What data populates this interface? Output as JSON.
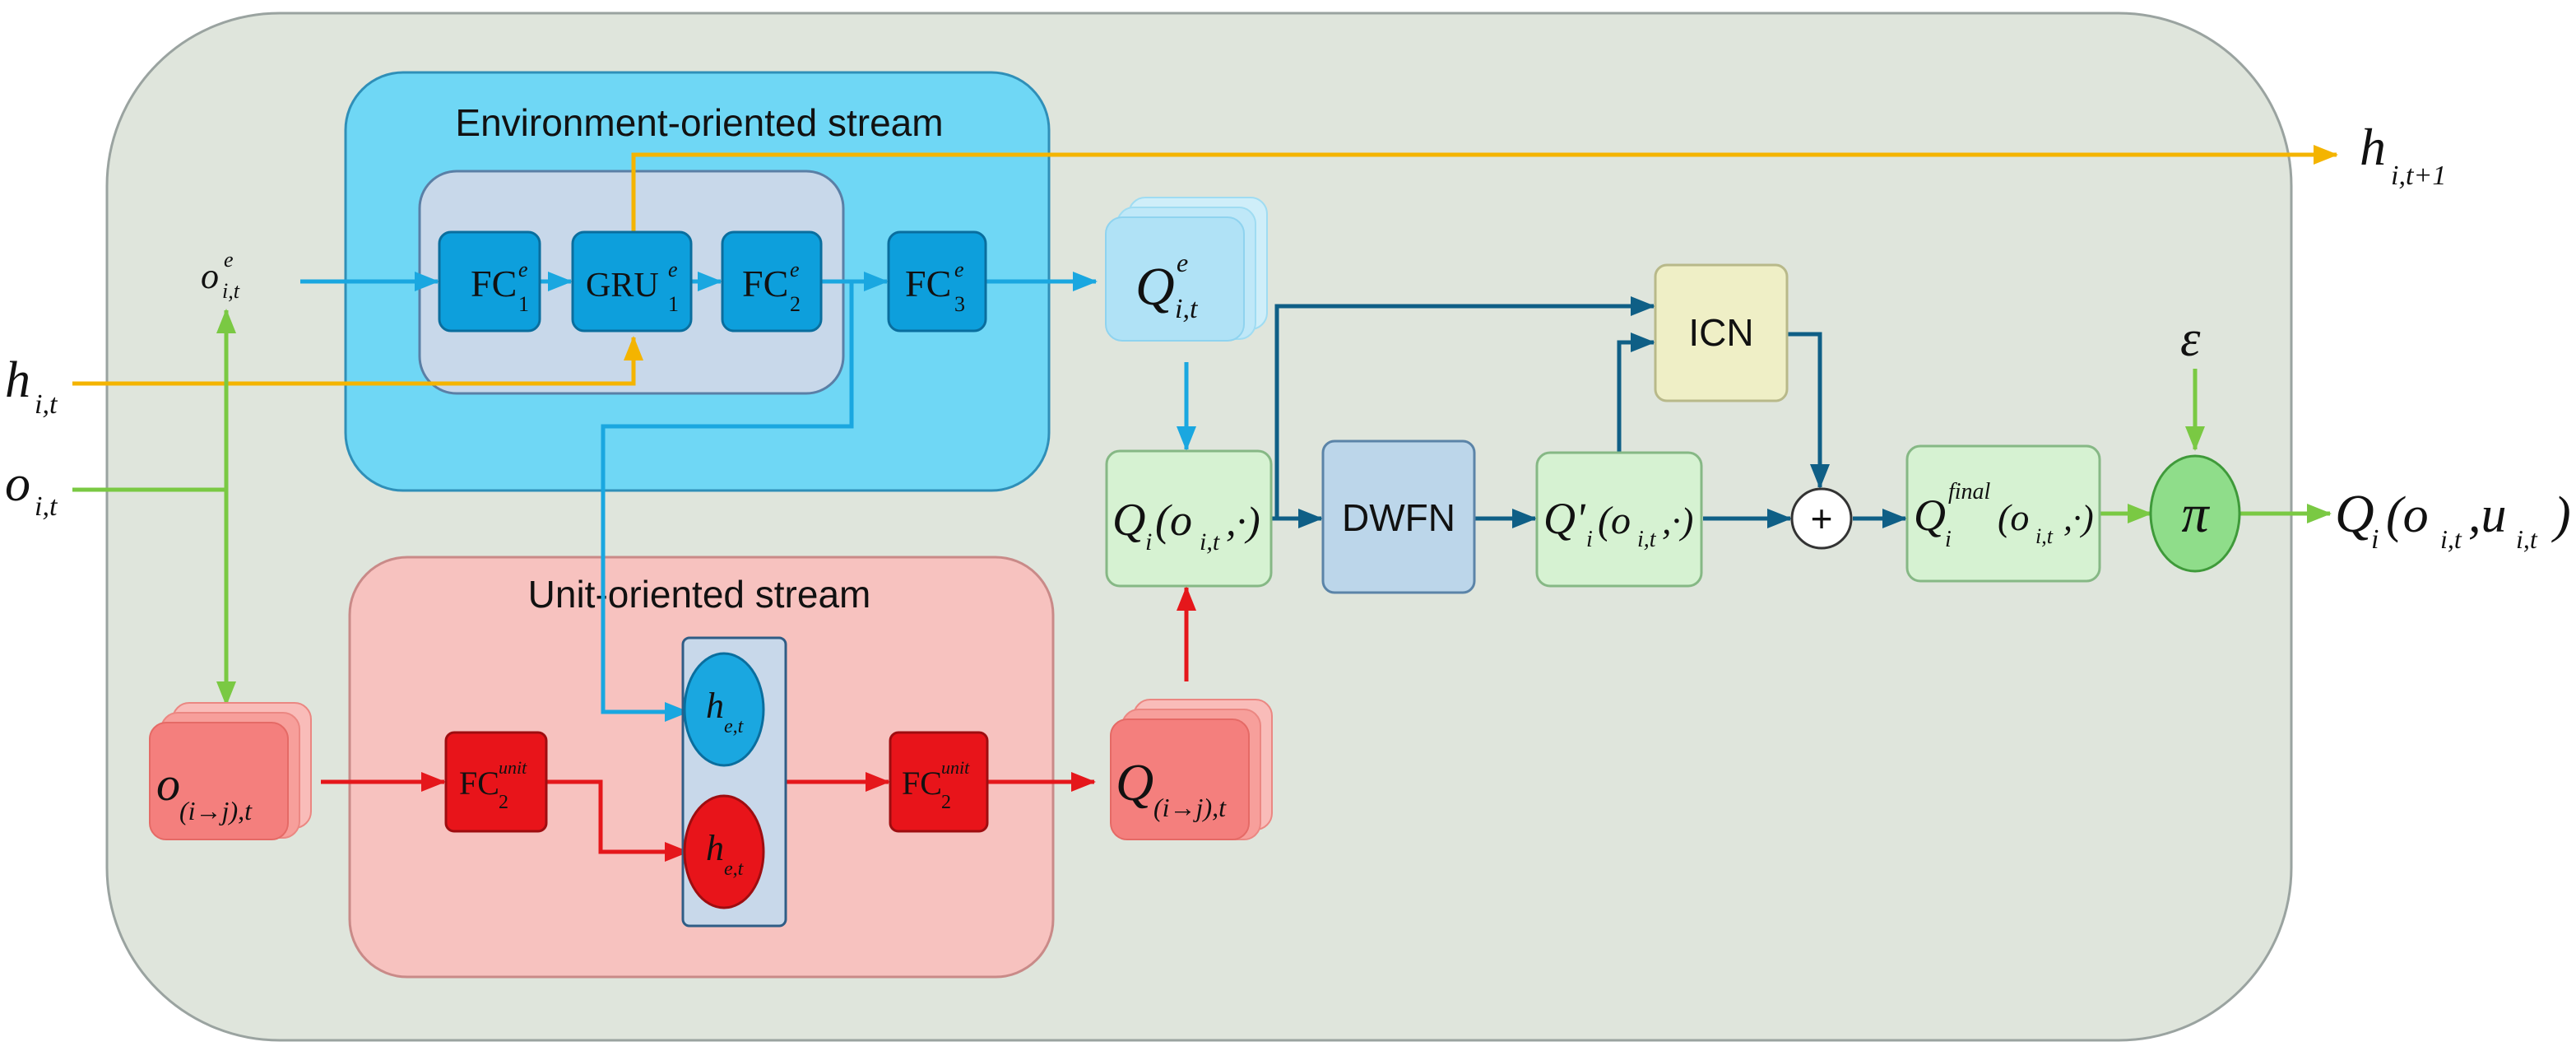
{
  "streams": {
    "environment": "Environment-oriented stream",
    "unit": "Unit-oriented stream"
  },
  "inputs": {
    "h": "h",
    "h_sub": "i,t",
    "o": "o",
    "o_sub": "i,t",
    "oe": "o",
    "oe_sup": "e",
    "oe_sub": "i,t",
    "ounit": "o",
    "ounit_sub": "(i→j),t"
  },
  "env_layers": {
    "fc1": "FC",
    "fc1_sup": "e",
    "fc1_sub": "1",
    "gru": "GRU",
    "gru_sup": "e",
    "gru_sub": "1",
    "fc2": "FC",
    "fc2_sup": "e",
    "fc2_sub": "2",
    "fc3": "FC",
    "fc3_sup": "e",
    "fc3_sub": "3"
  },
  "unit_layers": {
    "fc_a": "FC",
    "fc_a_sup": "unit",
    "fc_a_sub": "2",
    "fc_b": "FC",
    "fc_b_sup": "unit",
    "fc_b_sub": "2"
  },
  "hidden": {
    "h_top": "h",
    "h_top_sub": "e,t",
    "h_bot": "h",
    "h_bot_sub": "e,t"
  },
  "q_nodes": {
    "qe": "Q",
    "qe_sup": "e",
    "qe_sub": "i,t",
    "qunit": "Q",
    "qunit_sub": "(i→j),t",
    "qi": "Q",
    "qi_sub": "i",
    "qi_args": "(o",
    "qi_args_sub": "i,t",
    "qi_tail": ",·)",
    "qprime": "Q'",
    "qprime_sub": "i",
    "qprime_args": "(o",
    "qprime_args_sub": "i,t",
    "qprime_tail": ",·)",
    "qfinal": "Q",
    "qfinal_sub": "i",
    "qfinal_sup": "final",
    "qfinal_args": "(o",
    "qfinal_args_sub": "i,t",
    "qfinal_tail": ",·)"
  },
  "blocks": {
    "dwfn": "DWFN",
    "icn": "ICN",
    "plus": "+",
    "pi": "π",
    "epsilon": "ε"
  },
  "outputs": {
    "h_next": "h",
    "h_next_sub": "i,t+1",
    "q_out": "Q",
    "q_out_sub": "i",
    "q_out_args": "(o",
    "q_out_args_sub": "i,t",
    "q_out_mid": ",u",
    "q_out_mid_sub": "i,t",
    "q_out_tail": ")"
  },
  "colors": {
    "outer_bg": "#dfe5dc",
    "env_box": "#6fd7f5",
    "env_inner": "#c8d8ea",
    "env_layer": "#0d9fdc",
    "unit_box": "#f7c2bf",
    "unit_layer": "#e8141a",
    "q_green": "#d6f2d2",
    "dwfn": "#bcd6ea",
    "icn": "#efefc6",
    "pi": "#8fdd8a",
    "arrow_blue": "#1aa7e0",
    "arrow_dark": "#0f5f86",
    "arrow_green": "#7ac943",
    "arrow_red": "#e5171b",
    "arrow_yellow": "#f4b400"
  }
}
